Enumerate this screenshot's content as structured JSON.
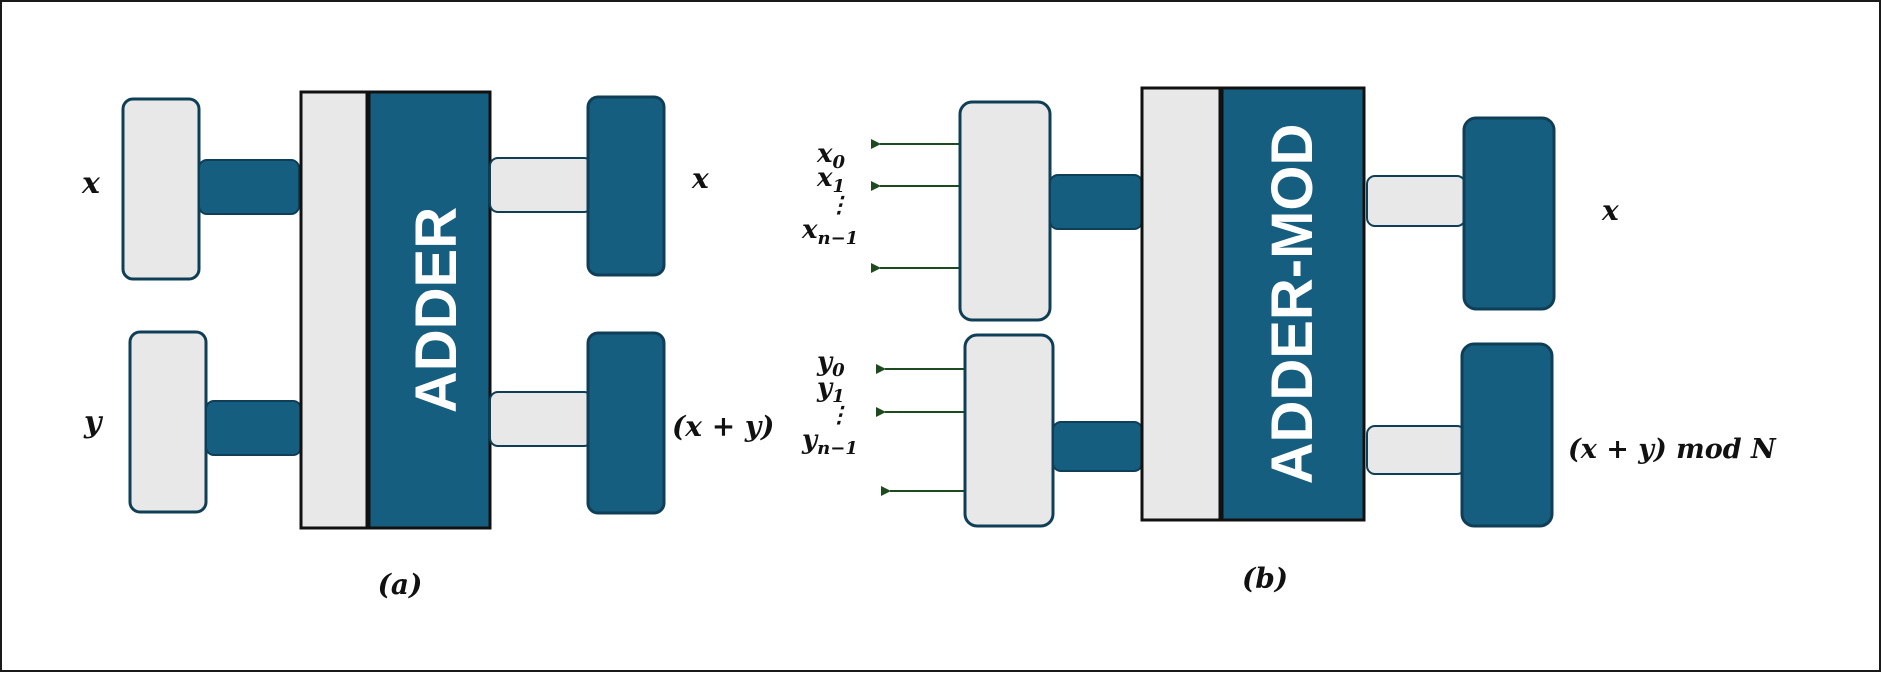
{
  "colors": {
    "dark": "#165E80",
    "light": "#E8E8E8",
    "border": "#0F3F57",
    "arrow": "#1D4A1E",
    "ink": "#111111"
  },
  "diagram_a": {
    "box_label": "ADDER",
    "input_x_label": "x",
    "input_y_label": "y",
    "output_top_label": "x",
    "output_bottom_label": "(x + y)",
    "caption": "(a)"
  },
  "diagram_b": {
    "box_label": "ADDER-MOD",
    "bits_x": [
      "x0",
      "x1",
      "⋮",
      "xn−1"
    ],
    "bits_y": [
      "y0",
      "y1",
      "⋮",
      "yn−1"
    ],
    "output_top_label": "x",
    "output_bottom_label": "(x + y) mod N",
    "caption": "(b)"
  }
}
